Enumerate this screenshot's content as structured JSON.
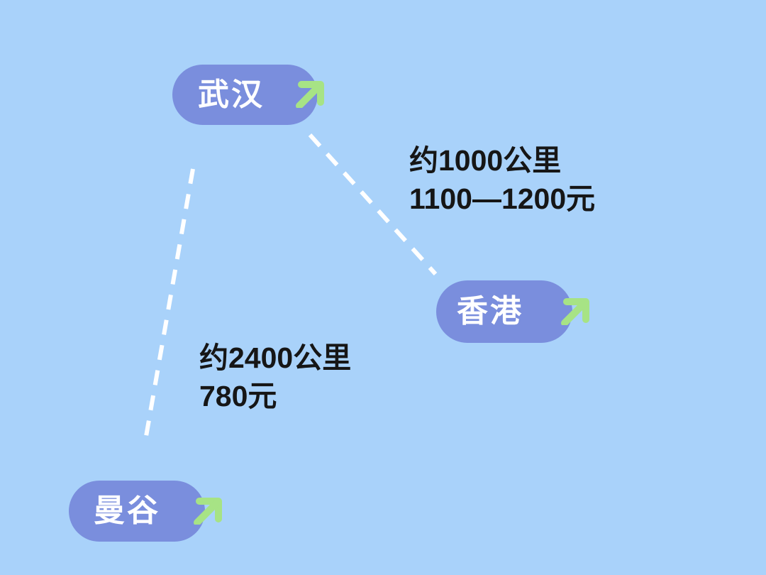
{
  "canvas": {
    "background": "#a9d2fa"
  },
  "colors": {
    "pill_fill": "#7a8edd",
    "pill_text": "#ffffff",
    "arrow_green": "#a7e385",
    "route_line": "#ffffff",
    "info_text": "#161616"
  },
  "cities": [
    {
      "id": "wuhan",
      "label": "武汉"
    },
    {
      "id": "hongkong",
      "label": "香港"
    },
    {
      "id": "bangkok",
      "label": "曼谷"
    }
  ],
  "routes": [
    {
      "id": "wuhan-hongkong",
      "distance": "约1000公里",
      "price": "1100—1200元"
    },
    {
      "id": "wuhan-bangkok",
      "distance": "约2400公里",
      "price": "780元"
    }
  ]
}
